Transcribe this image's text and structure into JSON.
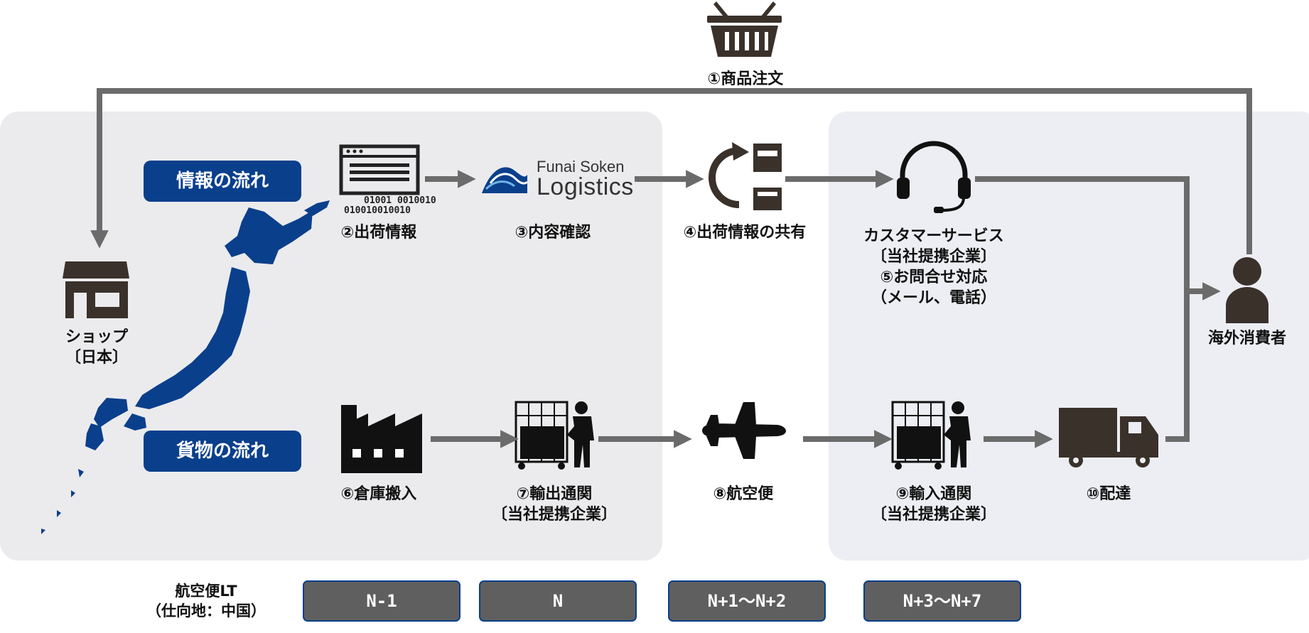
{
  "labels": {
    "order": "①商品注文",
    "info_flow": "情報の流れ",
    "cargo_flow": "貨物の流れ",
    "shop_line1": "ショップ",
    "shop_line2": "〔日本〕",
    "ship_info": "②出荷情報",
    "content_check": "③内容確認",
    "info_share": "④出荷情報の共有",
    "cs_line1": "カスタマーサービス",
    "cs_line2": "〔当社提携企業〕",
    "cs_line3": "⑤お問合せ対応",
    "cs_line4": "（メール、電話）",
    "consumer": "海外消費者",
    "warehouse": "⑥倉庫搬入",
    "export_line1": "⑦輸出通関",
    "export_line2": "〔当社提携企業〕",
    "flight": "⑧航空便",
    "import_line1": "⑨輸入通関",
    "import_line2": "〔当社提携企業〕",
    "delivery": "⑩配達"
  },
  "logo": {
    "line1": "Funai Soken",
    "line2": "Logistics"
  },
  "binary_text": {
    "line1": "01001 0010010",
    "line2": "010010010010"
  },
  "leadtime": {
    "caption_line1": "航空便LT",
    "caption_line2": "（仕向地：中国）",
    "boxes": [
      "N-1",
      "N",
      "N+1〜N+2",
      "N+3〜N+7"
    ]
  },
  "colors": {
    "brand_blue": "#0a3f8c",
    "arrow_gray": "#6b6b6b",
    "icon_dark": "#3a312b",
    "box_gray": "#5f5f5f"
  }
}
